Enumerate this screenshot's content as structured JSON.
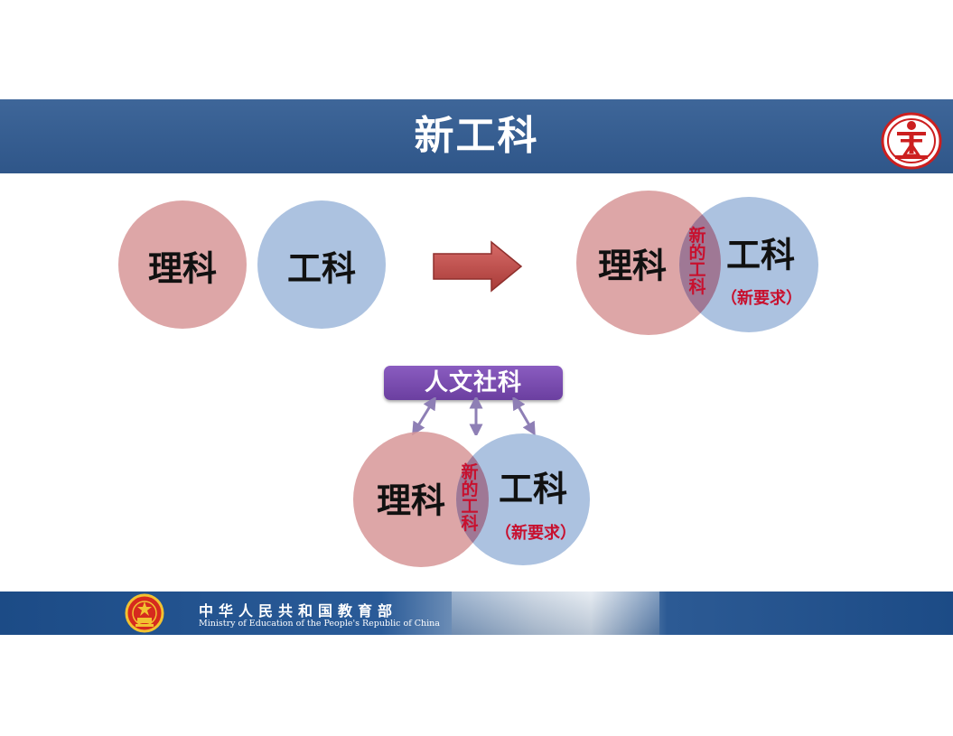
{
  "title": "新工科",
  "top_left": {
    "science_label": "理科",
    "engineering_label": "工科"
  },
  "top_right": {
    "science_label": "理科",
    "engineering_label": "工科",
    "overlap_label": [
      "新",
      "的",
      "工",
      "科"
    ],
    "requirement_label": "（新要求）"
  },
  "bottom": {
    "humanities_label": "人文社科",
    "science_label": "理科",
    "engineering_label": "工科",
    "overlap_label": [
      "新",
      "的",
      "工",
      "科"
    ],
    "requirement_label": "（新要求）"
  },
  "footer": {
    "ministry_cn": "中华人民共和国教育部",
    "ministry_en": "Ministry of Education of the People's Republic of China"
  },
  "colors": {
    "title_bar": "#3e6699",
    "science_circle": "#d79698",
    "engineering_circle": "#a0badc",
    "arrow": "#c0504d",
    "humanities_badge": "#7b4cb0",
    "overlap_text": "#c8102e",
    "footer_bar": "#1c4b86"
  }
}
